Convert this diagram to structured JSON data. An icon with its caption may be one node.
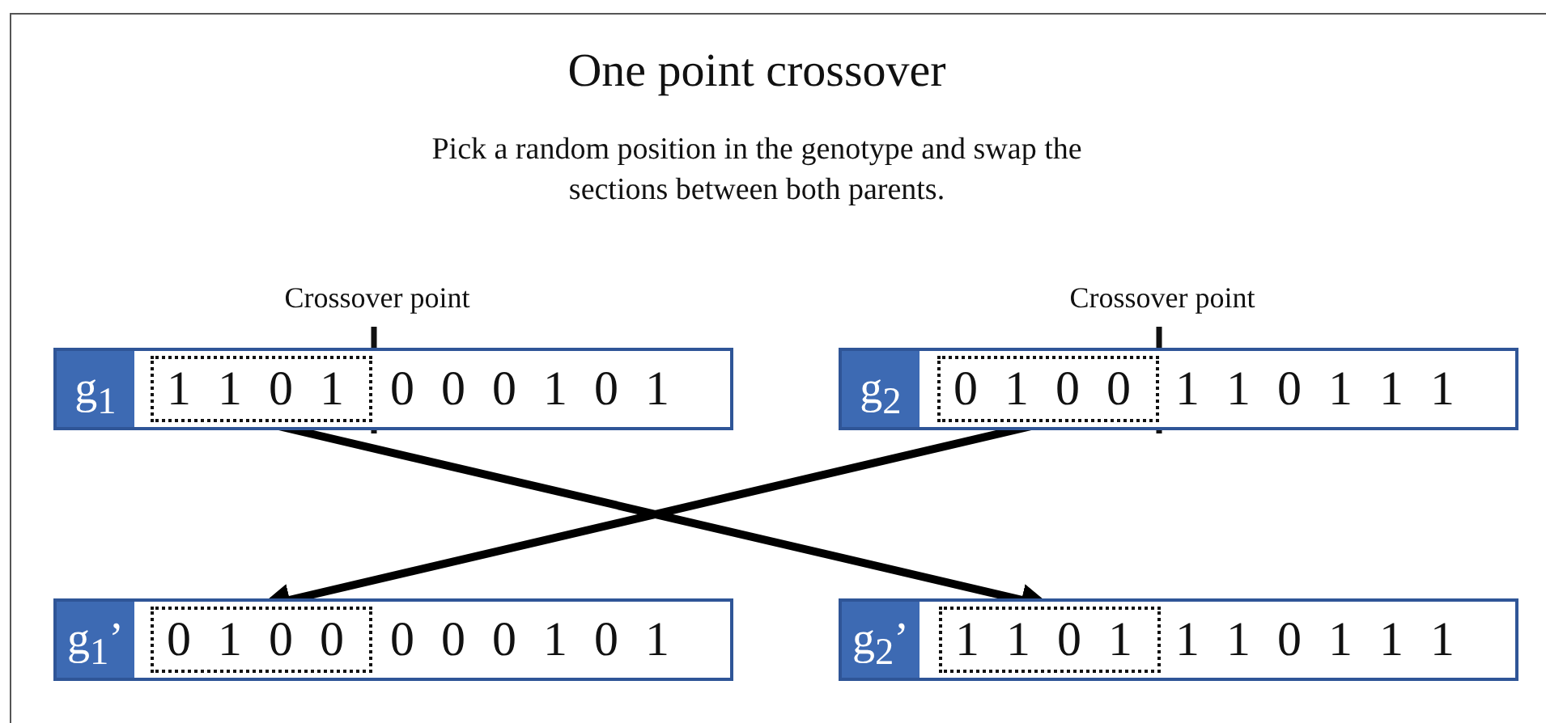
{
  "diagram": {
    "title": "One point crossover",
    "nodes": [
      {
        "text": [
          "g$_{1}$",
          "0 0 0 1 0 1"
        ]
      },
      {
        "text": [
          "1 1 0 1"
        ],
        "in": 0
      },
      {
        "text": [
          "g$_{2}$",
          "1 1 0 1 1 1"
        ]
      },
      {
        "text": [
          "0 1 0 0"
        ],
        "in": 2
      },
      {
        "text": [
          "g$_{1}$’",
          "0 0 0 1 0 1"
        ]
      },
      {
        "text": [
          "0 1 0 0"
        ],
        "in": 4
      },
      {
        "text": [
          "g$_{2}$’",
          "1 1 0 1 1 1"
        ]
      },
      {
        "text": [
          "1 1 0 1"
        ],
        "in": 6
      }
    ],
    "edges": [
      {
        "from": 1,
        "to": 7,
        "arrow": "to"
      },
      {
        "from": 3,
        "to": 5,
        "arrow": "to"
      }
    ],
    "labels": [
      "Pick a random position in the genotype and swap the sections between both parents.",
      "Crossover point",
      "Crossover point"
    ]
  }
}
